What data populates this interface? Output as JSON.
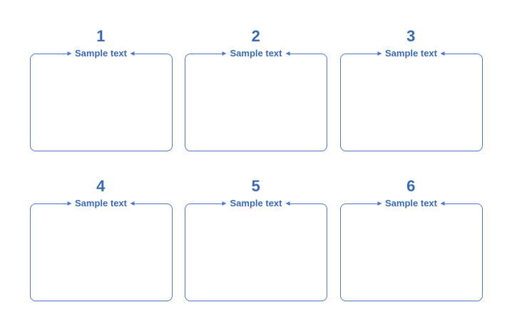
{
  "colors": {
    "text_blue": "#3a6bb2",
    "border_blue": "#4d7ac5",
    "page_bg": "#ffffff"
  },
  "icons": {
    "arrowhead_left": "small triangle arrowhead pointing right toward label",
    "arrowhead_right": "small triangle arrowhead pointing left toward label"
  },
  "cards": [
    {
      "number": "1",
      "label": "Sample text"
    },
    {
      "number": "2",
      "label": "Sample text"
    },
    {
      "number": "3",
      "label": "Sample text"
    },
    {
      "number": "4",
      "label": "Sample text"
    },
    {
      "number": "5",
      "label": "Sample text"
    },
    {
      "number": "6",
      "label": "Sample text"
    }
  ]
}
